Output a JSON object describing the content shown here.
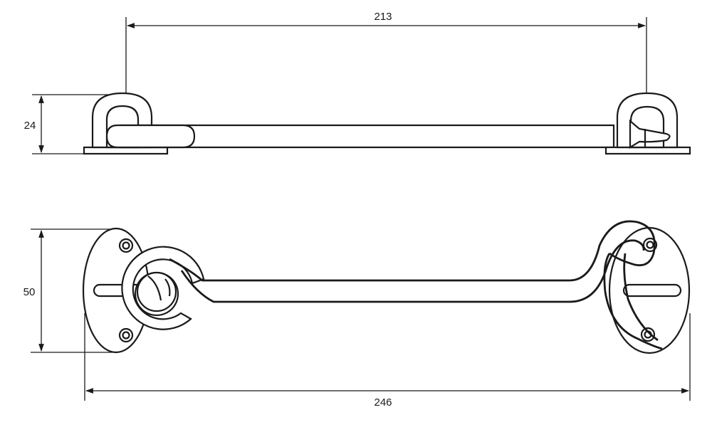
{
  "dimensions": {
    "top_span": "213",
    "top_height": "24",
    "front_height": "50",
    "total_length": "246"
  },
  "colors": {
    "ink": "#1a1a1a",
    "paper": "#ffffff"
  }
}
